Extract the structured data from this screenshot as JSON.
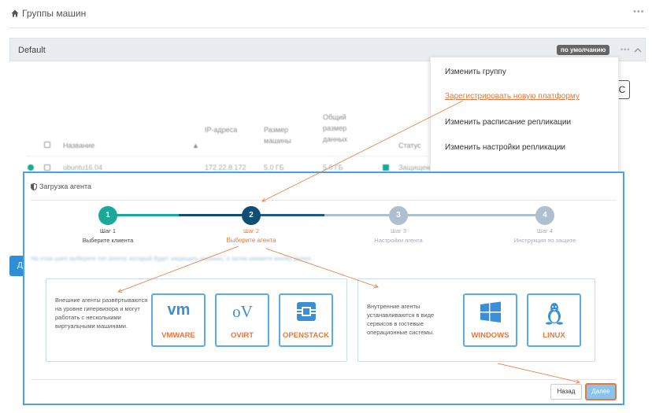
{
  "header": {
    "title": "Группы машин"
  },
  "group": {
    "name": "Default",
    "badge": "по умолчанию"
  },
  "table": {
    "columns": [
      "Название",
      "IP-адреса",
      "Размер машины",
      "Общий размер данных",
      "Статус"
    ],
    "rows": [
      {
        "name": "ubuntu16.04",
        "ip": "172.22.8.172",
        "size": "5.0 ГБ",
        "total": "5.0 ГБ",
        "status": "Защищено"
      }
    ]
  },
  "menu": {
    "items": [
      "Изменить группу",
      "Зарегистрировать новую платформу",
      "Изменить расписание репликации",
      "Изменить настройки репликации"
    ]
  },
  "modal": {
    "title": "Загрузка агента",
    "steps": [
      {
        "num": "1",
        "label": "Шаг 1",
        "sub": "Выберите клиента",
        "state": "done"
      },
      {
        "num": "2",
        "label": "Шаг 2",
        "sub": "Выберите агента",
        "state": "active"
      },
      {
        "num": "3",
        "label": "Шаг 3",
        "sub": "Настройки агента",
        "state": "todo"
      },
      {
        "num": "4",
        "label": "Шаг 4",
        "sub": "Инструкция по защите",
        "state": "todo"
      }
    ],
    "hint": "На этом шаге выберите тип агента, который будет защищать машины, а затем нажмите кнопку Далее",
    "external": {
      "text": "Внешние агенты развёртываются на уровне гипервизора и могут работать с несколькими виртуальными машинами.",
      "options": [
        "VMWARE",
        "OVIRT",
        "OPENSTACK"
      ]
    },
    "internal": {
      "text": "Внутренние агенты устанавливаются в виде сервисов в гостевые операционные системы.",
      "options": [
        "WINDOWS",
        "LINUX"
      ]
    },
    "buttons": {
      "back": "Назад",
      "next": "Далее"
    }
  },
  "colors": {
    "accent": "#e8773c",
    "done": "#1aa89a",
    "active": "#0f4d72",
    "todo": "#aebfcf",
    "border": "#4aa3df"
  }
}
